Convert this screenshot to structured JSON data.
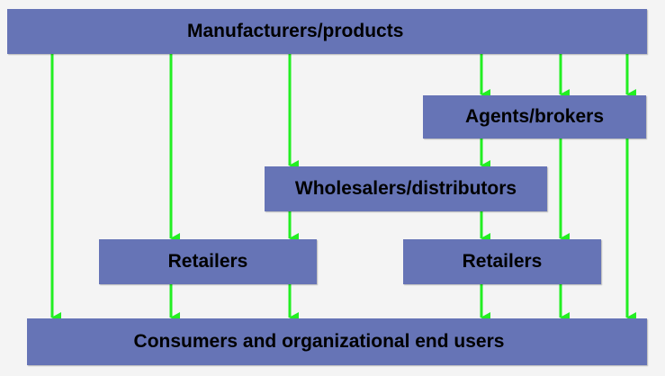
{
  "boxes": {
    "manufacturers": "Manufacturers/products",
    "agents": "Agents/brokers",
    "wholesalers": "Wholesalers/distributors",
    "retailers_left": "Retailers",
    "retailers_right": "Retailers",
    "consumers": "Consumers and organizational end users"
  },
  "colors": {
    "box_fill": "#6674b6",
    "arrow": "#22ee22",
    "background": "#f4f4f4"
  }
}
